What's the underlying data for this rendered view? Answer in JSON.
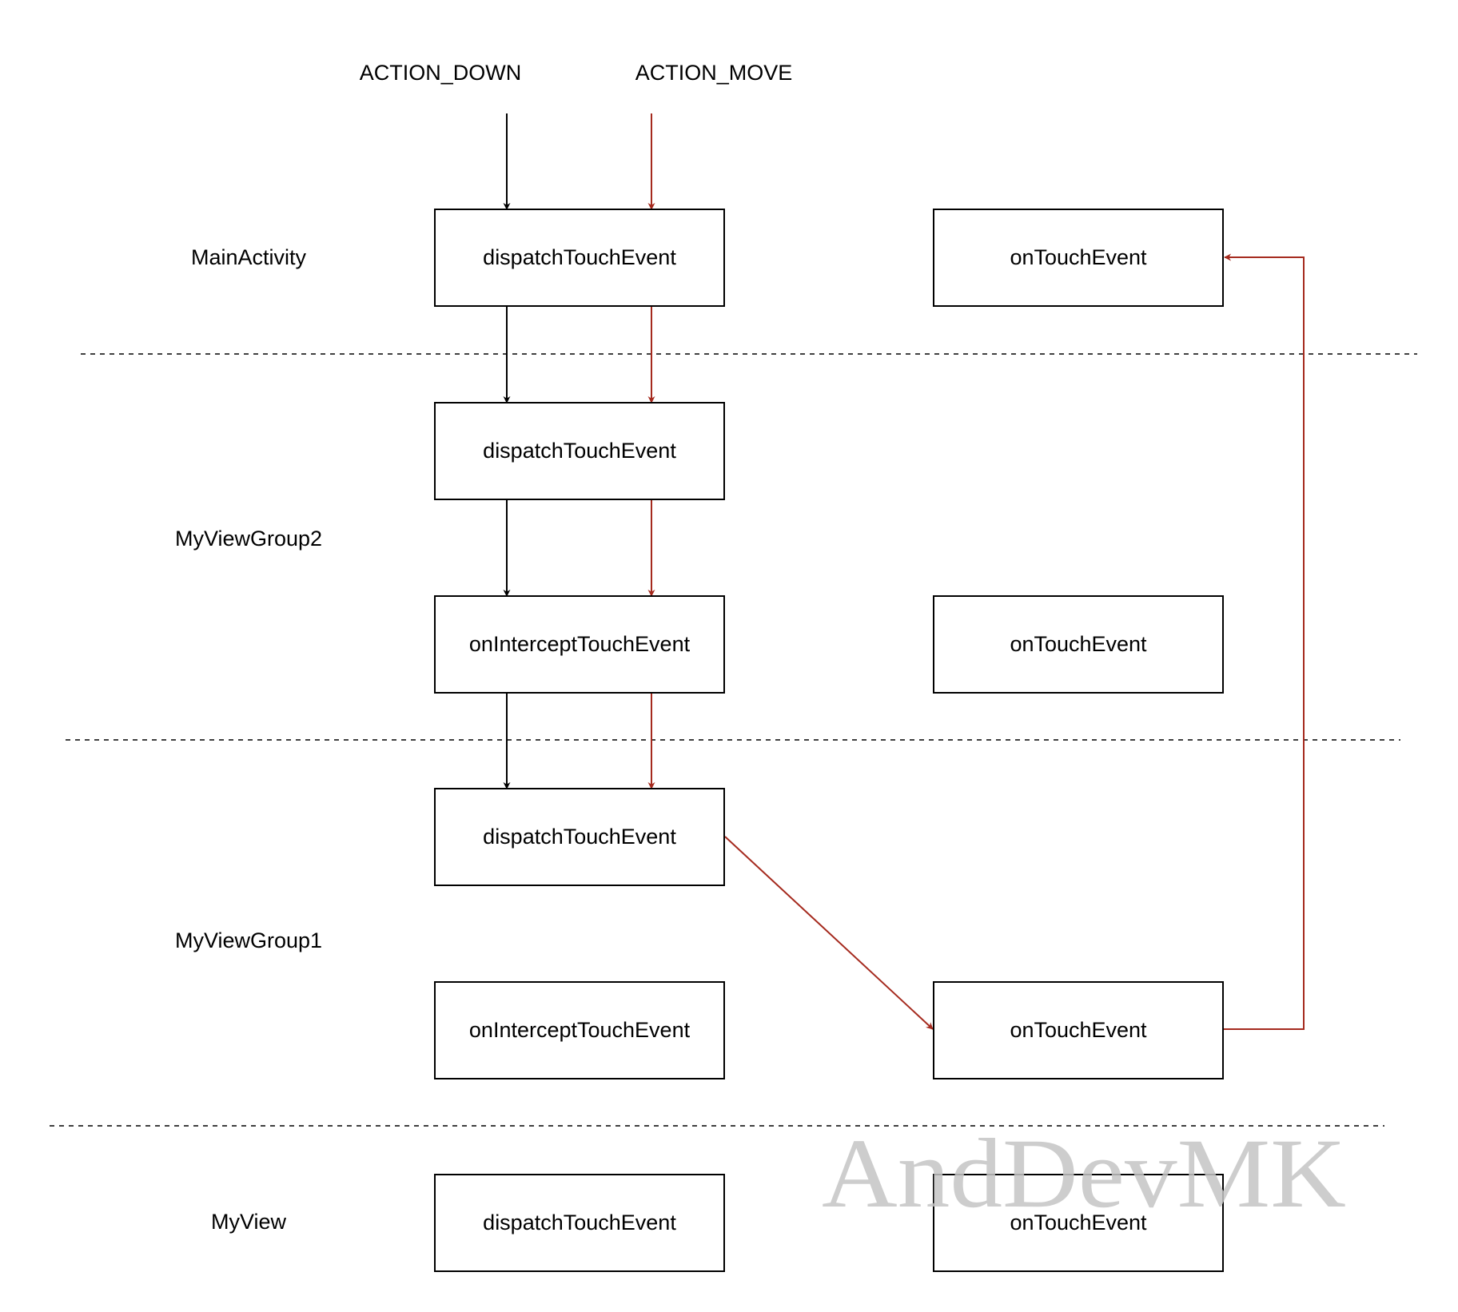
{
  "events": {
    "down": "ACTION_DOWN",
    "move": "ACTION_MOVE"
  },
  "layers": {
    "main_activity": "MainActivity",
    "view_group2": "MyViewGroup2",
    "view_group1": "MyViewGroup1",
    "my_view": "MyView"
  },
  "boxes": {
    "main_dispatch": "dispatchTouchEvent",
    "main_touch": "onTouchEvent",
    "vg2_dispatch": "dispatchTouchEvent",
    "vg2_intercept": "onInterceptTouchEvent",
    "vg2_touch": "onTouchEvent",
    "vg1_dispatch": "dispatchTouchEvent",
    "vg1_intercept": "onInterceptTouchEvent",
    "vg1_touch": "onTouchEvent",
    "view_dispatch": "dispatchTouchEvent",
    "view_touch": "onTouchEvent"
  },
  "watermark": "AndDevMK",
  "colors": {
    "down_flow": "#000000",
    "move_flow": "#a52a1e",
    "watermark": "#c4c4c4"
  }
}
